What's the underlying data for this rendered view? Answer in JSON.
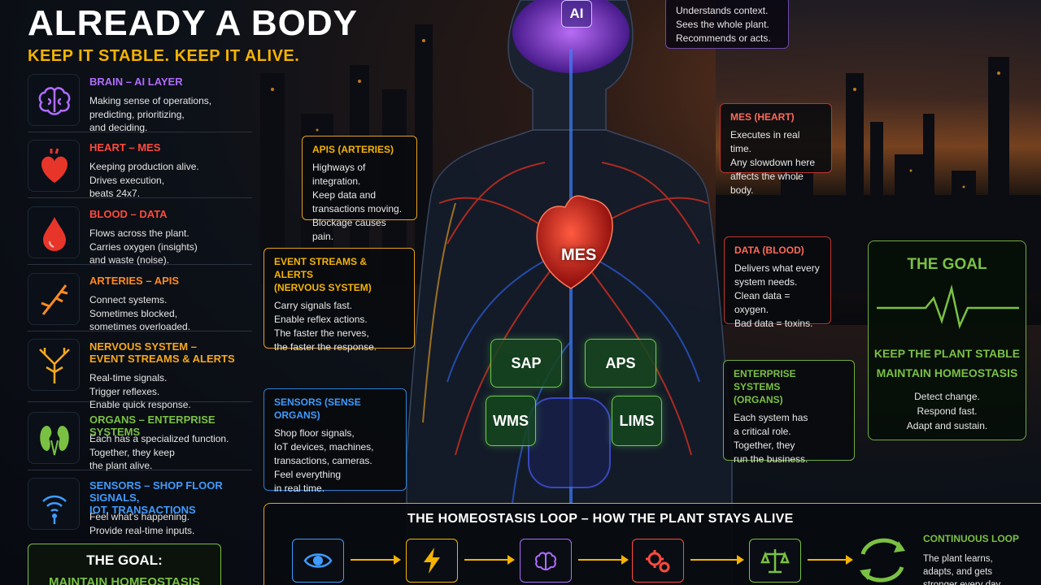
{
  "title": "ALREADY A BODY",
  "subtitle": "KEEP IT STABLE. KEEP IT ALIVE.",
  "sidebar": {
    "items": [
      {
        "heading": "BRAIN – AI LAYER",
        "body": "Making sense of operations,\npredicting, prioritizing,\nand deciding.",
        "icon": "brain-icon",
        "color": "#b06cff"
      },
      {
        "heading": "HEART – MES",
        "body": "Keeping production alive.\nDrives execution,\nbeats 24x7.",
        "icon": "heart-icon",
        "color": "#ff4a3d"
      },
      {
        "heading": "BLOOD – DATA",
        "body": "Flows across the plant.\nCarries oxygen (insights)\nand waste (noise).",
        "icon": "blood-drop-icon",
        "color": "#ff4a3d"
      },
      {
        "heading": "ARTERIES – APIs",
        "body": "Connect systems.\nSometimes blocked,\nsometimes overloaded.",
        "icon": "arteries-icon",
        "color": "#ff8a1e"
      },
      {
        "heading": "NERVOUS SYSTEM –\nEVENT STREAMS & ALERTS",
        "body": "Real-time signals.\nTrigger reflexes.\nEnable quick response.",
        "icon": "nerves-icon",
        "color": "#f5a81e"
      },
      {
        "heading": "ORGANS – ENTERPRISE SYSTEMS",
        "body": "Each has a specialized function.\nTogether, they keep\nthe plant alive.",
        "icon": "kidneys-icon",
        "color": "#7ac143"
      },
      {
        "heading": "SENSORS – SHOP FLOOR SIGNALS,\nIOT, TRANSACTIONS",
        "body": "Feel what's happening.\nProvide real-time inputs.",
        "icon": "sensor-icon",
        "color": "#3f9bff"
      }
    ]
  },
  "goal_left": {
    "title": "THE GOAL:",
    "sub": "MAINTAIN HOMEOSTASIS"
  },
  "ai": {
    "badge": "AI",
    "text": "Understands context.\nSees the whole plant.\nRecommends or acts."
  },
  "heart_label": "MES",
  "callouts": {
    "mes": {
      "title": "MES (HEART)",
      "body": "Executes in real time.\nAny slowdown here\naffects the whole body."
    },
    "apis": {
      "title": "APIs (ARTERIES)",
      "body": "Highways of integration.\nKeep data and\ntransactions moving.\nBlockage causes pain."
    },
    "events": {
      "title": "EVENT STREAMS & ALERTS\n(NERVOUS SYSTEM)",
      "body": "Carry signals fast.\nEnable reflex actions.\nThe faster the nerves,\nthe faster the response."
    },
    "data": {
      "title": "DATA (BLOOD)",
      "body": "Delivers what every\nsystem needs.\nClean data = oxygen.\nBad data = toxins."
    },
    "enterprise": {
      "title": "ENTERPRISE SYSTEMS\n(ORGANS)",
      "body": "Each system has\na critical role.\nTogether, they\nrun the business."
    },
    "sensors": {
      "title": "SENSORS (SENSE ORGANS)",
      "body": "Shop floor signals,\nIoT devices, machines,\ntransactions, cameras.\nFeel everything\nin real time."
    }
  },
  "organs": [
    "SAP",
    "APS",
    "WMS",
    "LIMS"
  ],
  "goal_right": {
    "title": "THE GOAL",
    "line1": "KEEP THE PLANT STABLE",
    "line2": "MAINTAIN HOMEOSTASIS",
    "body": "Detect change.\nRespond fast.\nAdapt and sustain."
  },
  "loop": {
    "title": "THE HOMEOSTASIS LOOP – HOW THE PLANT STAYS ALIVE",
    "steps": [
      {
        "icon": "eye-icon",
        "color": "#3f9bff"
      },
      {
        "icon": "lightning-icon",
        "color": "#f5b301"
      },
      {
        "icon": "brain-icon",
        "color": "#b06cff"
      },
      {
        "icon": "gears-icon",
        "color": "#ff4a3d"
      },
      {
        "icon": "scales-icon",
        "color": "#7ac143"
      }
    ],
    "continuous_title": "CONTINUOUS LOOP",
    "continuous_body": "The plant learns,\nadapts, and gets\nstronger every day."
  }
}
